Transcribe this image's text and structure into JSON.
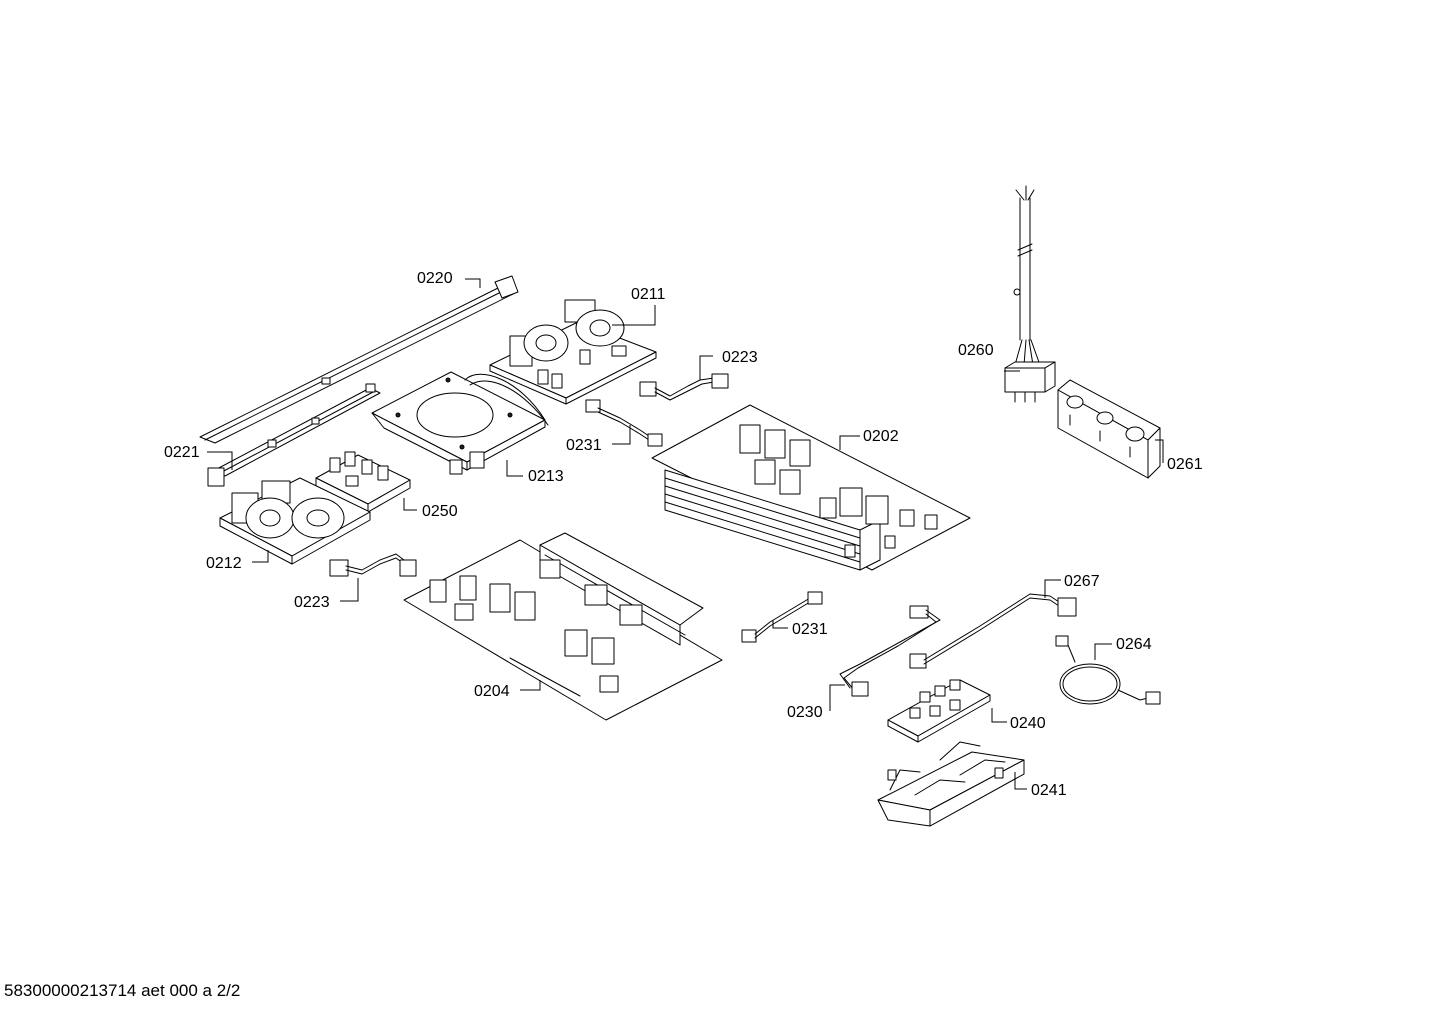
{
  "document_id": "58300000213714 aet 000 a 2/2",
  "callouts": {
    "c0220": "0220",
    "c0211": "0211",
    "c0223a": "0223",
    "c0221": "0221",
    "c0213": "0213",
    "c0231a": "0231",
    "c0202": "0202",
    "c0250": "0250",
    "c0212": "0212",
    "c0223b": "0223",
    "c0204": "0204",
    "c0231b": "0231",
    "c0260": "0260",
    "c0261": "0261",
    "c0267": "0267",
    "c0264": "0264",
    "c0230": "0230",
    "c0240": "0240",
    "c0241": "0241"
  }
}
